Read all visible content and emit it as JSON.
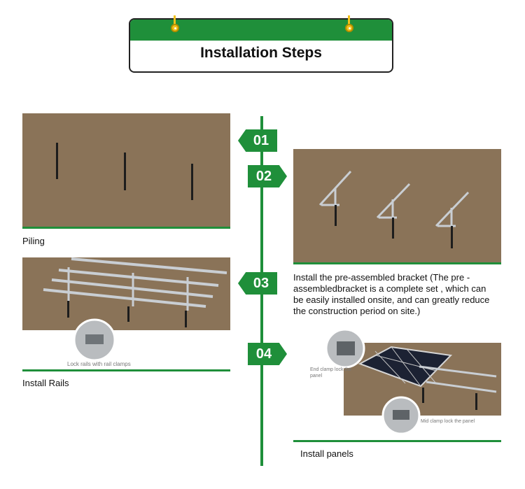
{
  "header": {
    "title": "Installation Steps"
  },
  "steps": [
    {
      "number": "01",
      "caption": "Piling"
    },
    {
      "number": "02",
      "caption": "Install the pre-assembled bracket (The pre -assembledbracket is a complete set , which can be easily installed onsite, and can greatly reduce the construction period on site.)"
    },
    {
      "number": "03",
      "caption": "Install Rails",
      "inset_label": "Lock rails with rail clamps"
    },
    {
      "number": "04",
      "caption": "Install panels",
      "inset_label_1": "End clamp lock the panel",
      "inset_label_2": "Mid clamp lock the panel"
    }
  ],
  "colors": {
    "accent": "#1f8f3a",
    "ground": "#8a7358"
  }
}
